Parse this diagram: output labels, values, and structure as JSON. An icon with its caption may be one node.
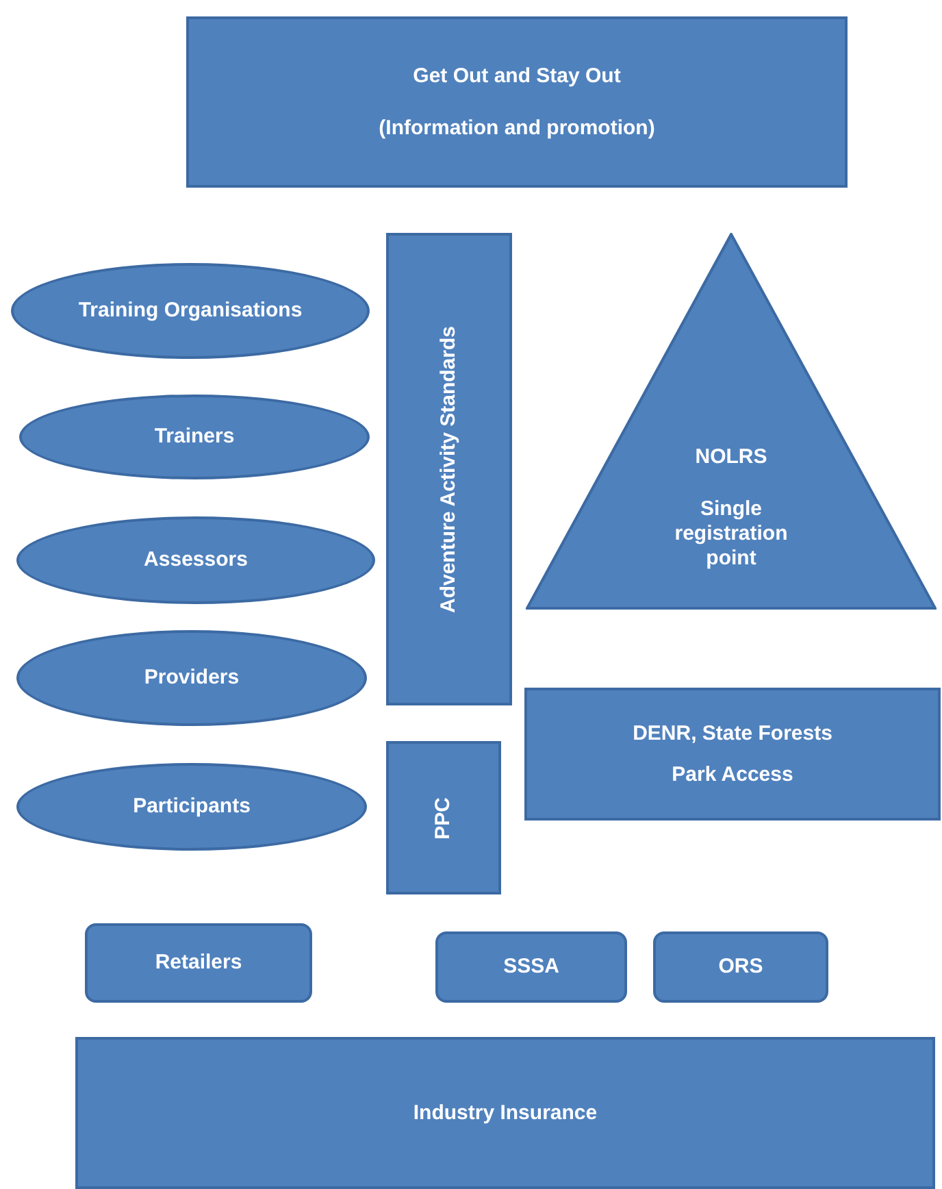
{
  "diagram": {
    "nodes": [
      {
        "text": [
          "Get Out and Stay Out",
          "(Information and promotion)"
        ]
      },
      {
        "text": [
          "Training Organisations"
        ]
      },
      {
        "text": [
          "Trainers"
        ]
      },
      {
        "text": [
          "Assessors"
        ]
      },
      {
        "text": [
          "Providers"
        ]
      },
      {
        "text": [
          "Participants"
        ]
      },
      {
        "text": [
          "Adventure Activity Standards"
        ]
      },
      {
        "text": [
          "NOLRS",
          "Single registration point"
        ]
      },
      {
        "text": [
          "DENR, State Forests",
          "Park Access"
        ]
      },
      {
        "text": [
          "PPC"
        ]
      },
      {
        "text": [
          "Retailers"
        ]
      },
      {
        "text": [
          "SSSA"
        ]
      },
      {
        "text": [
          "ORS"
        ]
      },
      {
        "text": [
          "Industry Insurance"
        ]
      }
    ]
  }
}
